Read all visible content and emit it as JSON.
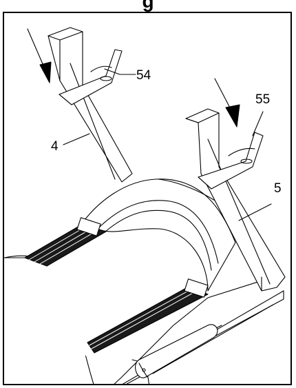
{
  "header": {
    "title_fragment": "g"
  },
  "callouts": [
    {
      "id": "left-upright",
      "label": "4"
    },
    {
      "id": "right-upright",
      "label": "5"
    },
    {
      "id": "left-handle",
      "label": "54"
    },
    {
      "id": "right-handle",
      "label": "55"
    }
  ],
  "colors": {
    "line": "#000000",
    "paper": "#ffffff",
    "tread": "#1a1a1a"
  }
}
